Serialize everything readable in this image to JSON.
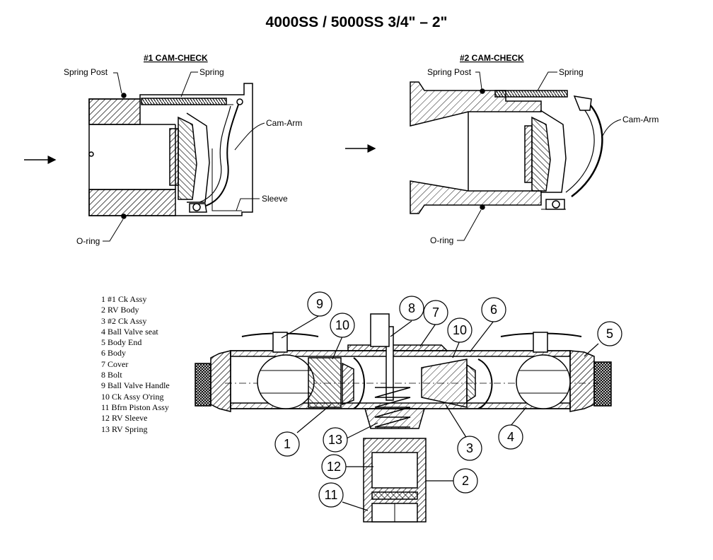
{
  "title": "4000SS / 5000SS 3/4\" – 2\"",
  "cam_check_1": {
    "heading": "#1 CAM-CHECK",
    "labels": {
      "spring_post": "Spring Post",
      "spring": "Spring",
      "cam_arm": "Cam-Arm",
      "sleeve": "Sleeve",
      "o_ring": "O-ring"
    }
  },
  "cam_check_2": {
    "heading": "#2 CAM-CHECK",
    "labels": {
      "spring_post": "Spring Post",
      "spring": "Spring",
      "cam_arm": "Cam-Arm",
      "o_ring": "O-ring"
    }
  },
  "parts_legend": [
    "1 #1 Ck Assy",
    "2 RV Body",
    "3 #2 Ck Assy",
    "4 Ball Valve seat",
    "5 Body End",
    "6 Body",
    "7 Cover",
    "8 Bolt",
    "9 Ball Valve Handle",
    "10 Ck Assy O'ring",
    "11 Bfrn Piston Assy",
    "12 RV Sleeve",
    "13 RV Spring"
  ],
  "callouts": [
    "1",
    "2",
    "3",
    "4",
    "5",
    "6",
    "7",
    "8",
    "9",
    "10",
    "10",
    "11",
    "12",
    "13"
  ]
}
